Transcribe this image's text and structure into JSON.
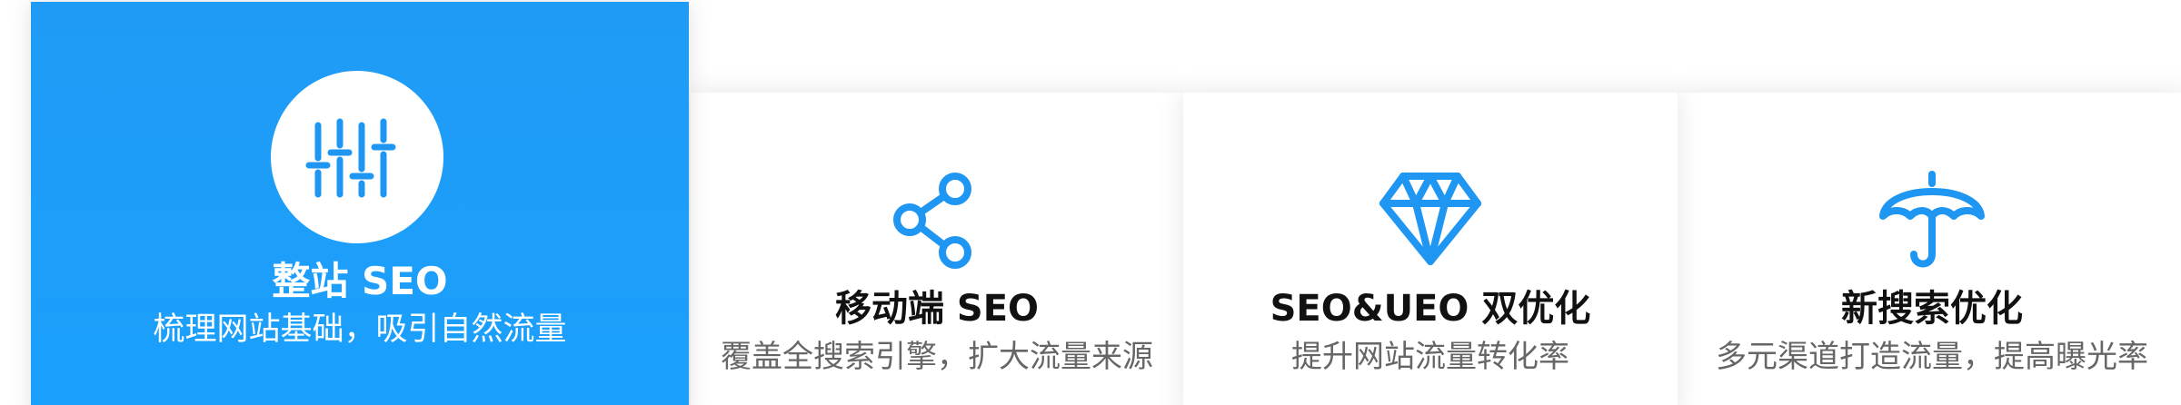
{
  "colors": {
    "accent": "#1a9ffd",
    "icon_blue": "#1e96f2",
    "active_text": "#ffffff",
    "title_text": "#111111",
    "desc_text": "#666666"
  },
  "cards": [
    {
      "icon": "sliders-icon",
      "title": "整站 SEO",
      "desc": "梳理网站基础，吸引自然流量",
      "active": true
    },
    {
      "icon": "share-icon",
      "title": "移动端 SEO",
      "desc": "覆盖全搜索引擎，扩大流量来源",
      "active": false
    },
    {
      "icon": "diamond-icon",
      "title": "SEO&UEO 双优化",
      "desc": "提升网站流量转化率",
      "active": false
    },
    {
      "icon": "umbrella-icon",
      "title": "新搜索优化",
      "desc": "多元渠道打造流量，提高曝光率",
      "active": false
    }
  ]
}
